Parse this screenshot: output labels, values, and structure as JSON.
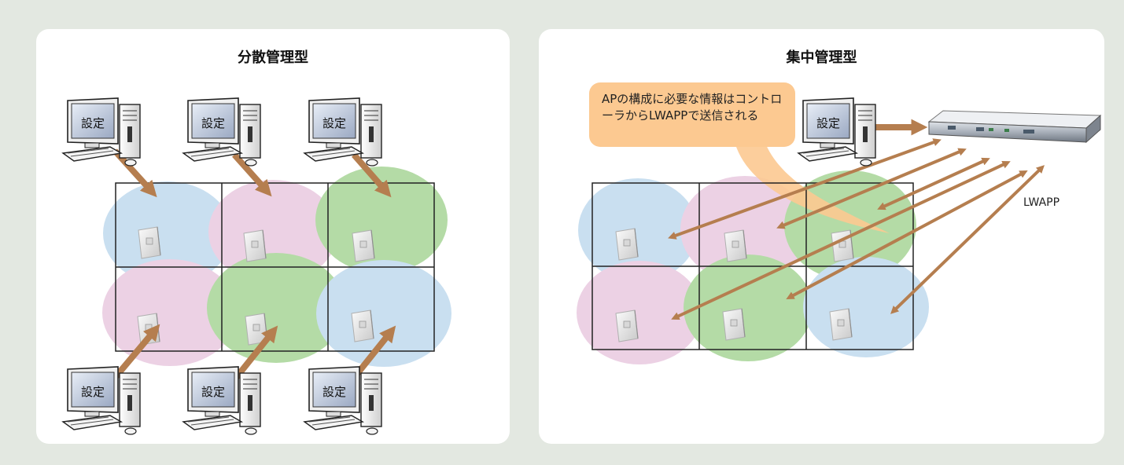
{
  "distributed": {
    "title": "分散管理型",
    "pc_label": "設定"
  },
  "centralized": {
    "title": "集中管理型",
    "pc_label": "設定",
    "callout": "APの構成に必要な情報はコントローラからLWAPPで送信される",
    "protocol_label": "LWAPP"
  },
  "colors": {
    "background": "#e3e8e1",
    "panel": "#ffffff",
    "cell_blue": "#c9dff0",
    "cell_pink": "#ecd1e4",
    "cell_green": "#b4dba6",
    "arrow": "#b57e4f",
    "callout": "#fcc991"
  },
  "icons": [
    "computer-icon",
    "access-point-icon",
    "controller-icon",
    "arrow-icon"
  ]
}
